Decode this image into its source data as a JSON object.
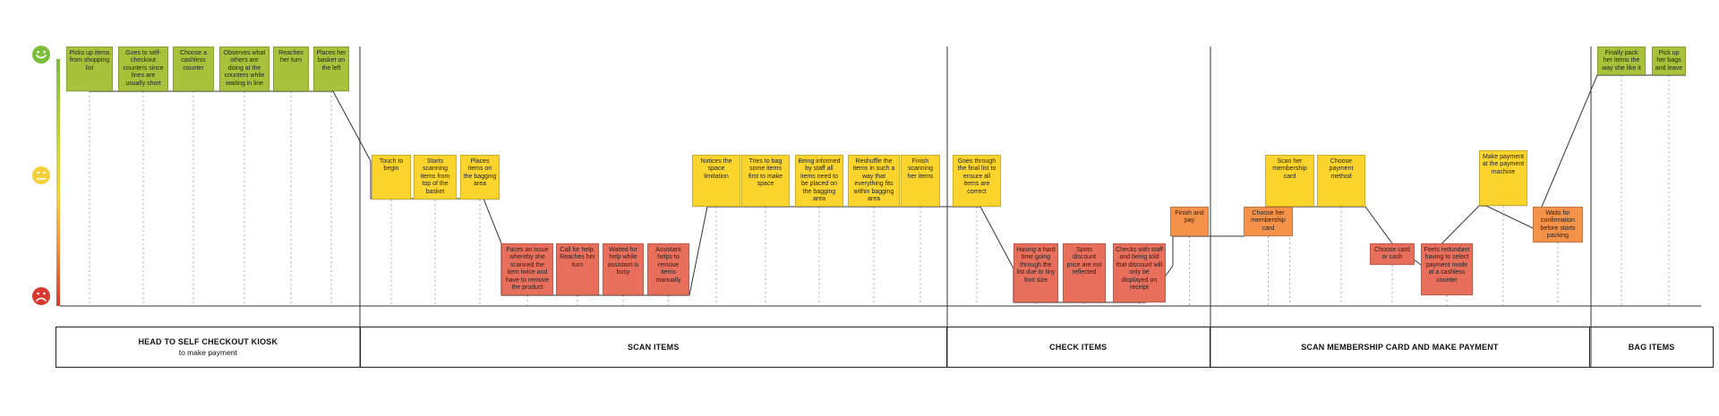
{
  "emotion_icons": [
    "happy-face-icon",
    "neutral-face-icon",
    "sad-face-icon"
  ],
  "colors": {
    "green": "#a8c23c",
    "yellow": "#fbd52d",
    "orange": "#f5924a",
    "red": "#e86f5c",
    "happy_icon": "#7cbd3b",
    "neutral_icon": "#f4d13b",
    "sad_icon": "#d83a2f"
  },
  "notes": [
    {
      "text": "Picks up items from shopping list",
      "emotion": "happy"
    },
    {
      "text": "Goes to self-checkout counters since lines are usually short",
      "emotion": "happy"
    },
    {
      "text": "Choose a cashless counter",
      "emotion": "happy"
    },
    {
      "text": "Observes what others are doing at the counters while waiting in line",
      "emotion": "happy"
    },
    {
      "text": "Reaches her turn",
      "emotion": "happy"
    },
    {
      "text": "Places her basket on the left",
      "emotion": "happy"
    },
    {
      "text": "Touch to begin",
      "emotion": "neutral"
    },
    {
      "text": "Starts scanning items from top of the basket",
      "emotion": "neutral"
    },
    {
      "text": "Places items on the bagging area",
      "emotion": "neutral"
    },
    {
      "text": "Faces an issue whereby she scanned the item twice and have to remove the product",
      "emotion": "sad"
    },
    {
      "text": "Call for help. Reaches her turn",
      "emotion": "sad"
    },
    {
      "text": "Waited for help while assistant is busy",
      "emotion": "sad"
    },
    {
      "text": "Assistant helps to remove items manually",
      "emotion": "sad"
    },
    {
      "text": "Notices the space limitation",
      "emotion": "neutral"
    },
    {
      "text": "Tries to bag some items first to make space",
      "emotion": "neutral"
    },
    {
      "text": "Being informed by staff all items need to be placed on the bagging area",
      "emotion": "neutral"
    },
    {
      "text": "Reshuffle the items in such a way that everything fits within bagging area",
      "emotion": "neutral"
    },
    {
      "text": "Finish scanning her items",
      "emotion": "neutral"
    },
    {
      "text": "Goes through the final list to ensure all items are correct",
      "emotion": "neutral"
    },
    {
      "text": "Having a hard time going through the list due to tiny font size",
      "emotion": "sad"
    },
    {
      "text": "Spots discount price are not reflected",
      "emotion": "sad"
    },
    {
      "text": "Checks with staff and being told that discount will only be displayed on receipt",
      "emotion": "sad"
    },
    {
      "text": "Finish and pay",
      "emotion": "low-neutral"
    },
    {
      "text": "Choose her membership card",
      "emotion": "low-neutral"
    },
    {
      "text": "Scan her membership card",
      "emotion": "neutral"
    },
    {
      "text": "Choose payment method",
      "emotion": "neutral"
    },
    {
      "text": "Choose card or cash",
      "emotion": "sad"
    },
    {
      "text": "Feels redundant having to select payment mode at a cashless counter",
      "emotion": "sad"
    },
    {
      "text": "Make payment at the payment machine",
      "emotion": "neutral"
    },
    {
      "text": "Waits for confirmation before starts packing",
      "emotion": "low-neutral"
    },
    {
      "text": "Finally pack her items the way she like it",
      "emotion": "happy"
    },
    {
      "text": "Pick up her bags and leave",
      "emotion": "happy"
    }
  ],
  "stages": [
    {
      "title": "HEAD TO SELF CHECKOUT KIOSK",
      "subtitle": "to make payment"
    },
    {
      "title": "SCAN ITEMS",
      "subtitle": ""
    },
    {
      "title": "CHECK ITEMS",
      "subtitle": ""
    },
    {
      "title": "SCAN MEMBERSHIP CARD AND MAKE PAYMENT",
      "subtitle": ""
    },
    {
      "title": "BAG ITEMS",
      "subtitle": ""
    }
  ]
}
